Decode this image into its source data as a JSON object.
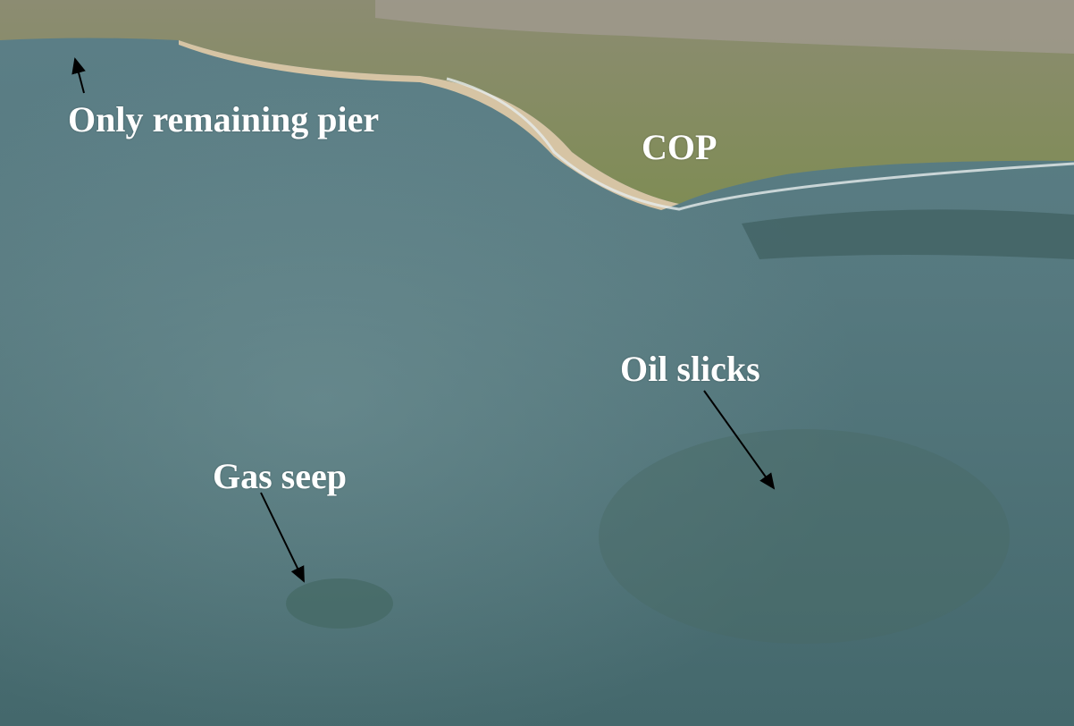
{
  "annotations": {
    "pier": "Only remaining pier",
    "cop": "COP",
    "oil_slicks": "Oil slicks",
    "gas_seep": "Gas seep"
  },
  "colors": {
    "sea": "#4e7278",
    "land": "#8a8f62",
    "beach": "#c9b38f",
    "label": "#ffffff",
    "arrow": "#000000"
  }
}
